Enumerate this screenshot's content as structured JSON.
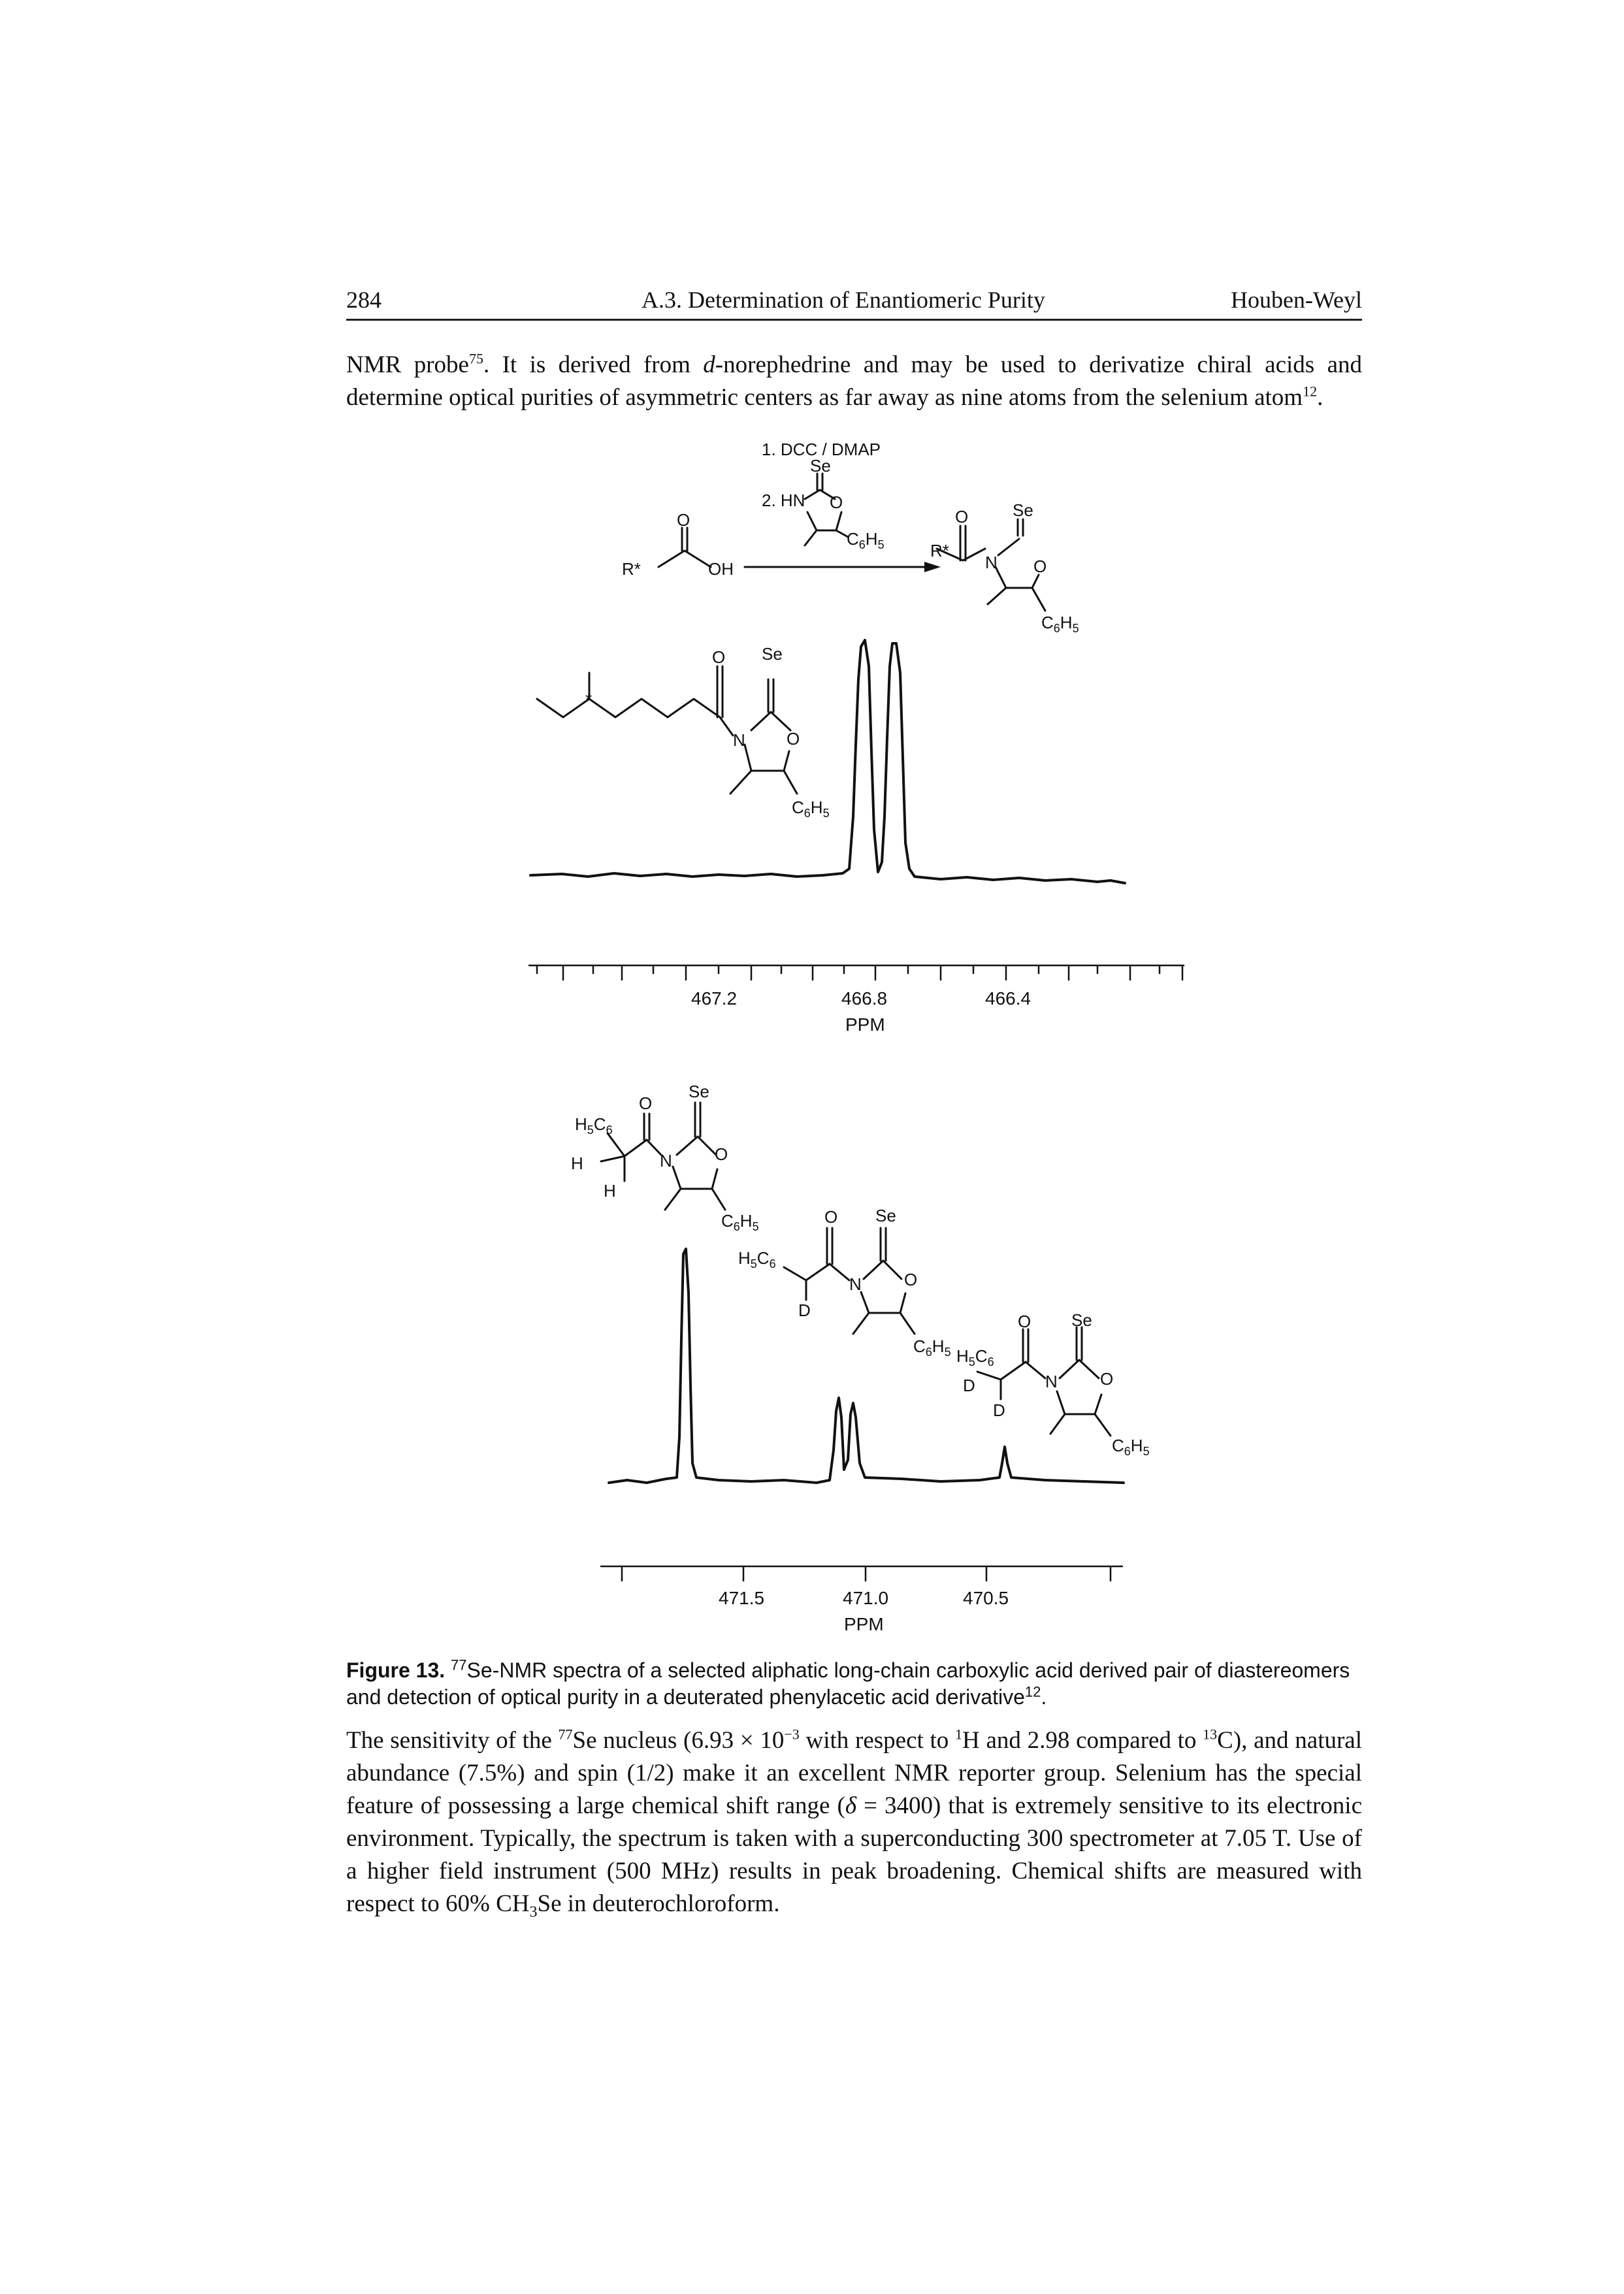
{
  "header": {
    "page_number": "284",
    "section": "A.3. Determination of Enantiomeric Purity",
    "publisher": "Houben-Weyl"
  },
  "paragraph1": {
    "text_a": "NMR probe",
    "ref_a": "75",
    "text_b": ". It is derived from ",
    "italic_d": "d",
    "text_c": "-norephedrine and may be used to derivatize chiral acids and determine optical purities of asymmetric centers as far away as nine atoms from the selenium atom",
    "ref_b": "12",
    "text_d": "."
  },
  "scheme": {
    "step1": "1. DCC / DMAP",
    "step2": "2. HN",
    "reactant": "R*",
    "oh": "OH",
    "o": "O",
    "se": "Se",
    "n": "N",
    "c6h5": "C",
    "c6h5_sub1": "6",
    "c6h5_h": "H",
    "c6h5_sub2": "5"
  },
  "structures": {
    "h5c6": "H",
    "h5c6_sub1": "5",
    "h5c6_c": "C",
    "h5c6_sub2": "6",
    "h": "H",
    "d": "D",
    "star": "*"
  },
  "spectrum1": {
    "ppm_label": "PPM",
    "ticks": [
      "467.2",
      "466.8",
      "466.4"
    ]
  },
  "spectrum2": {
    "ppm_label": "PPM",
    "ticks": [
      "471.5",
      "471.0",
      "470.5"
    ]
  },
  "caption": {
    "label": "Figure 13.",
    "iso": "77",
    "text_a": "Se-NMR spectra of a selected aliphatic long-chain carboxylic acid derived pair of diastereomers and detection of optical purity in a deuterated phenylacetic acid derivative",
    "ref": "12",
    "text_b": "."
  },
  "paragraph2": {
    "t1": "The sensitivity of the ",
    "iso1": "77",
    "t2": "Se nucleus (6.93 × 10",
    "exp": "−3",
    "t3": " with respect to ",
    "iso2": "1",
    "t4": "H and 2.98 compared to ",
    "iso3": "13",
    "t5": "C), and natural abundance (7.5%) and spin (1/2) make it an excellent NMR reporter group. Selenium has the special feature of possessing a large chemical shift range (",
    "delta": "δ",
    "t6": " = 3400) that is extremely sensitive to its electronic environment. Typically, the spectrum is taken with a superconducting 300 spectrometer at 7.05 T. Use of a higher field instrument (500 MHz) results in peak broadening. Chemical shifts are measured with respect to 60% CH",
    "sub3": "3",
    "t7": "Se in deuterochloroform."
  }
}
